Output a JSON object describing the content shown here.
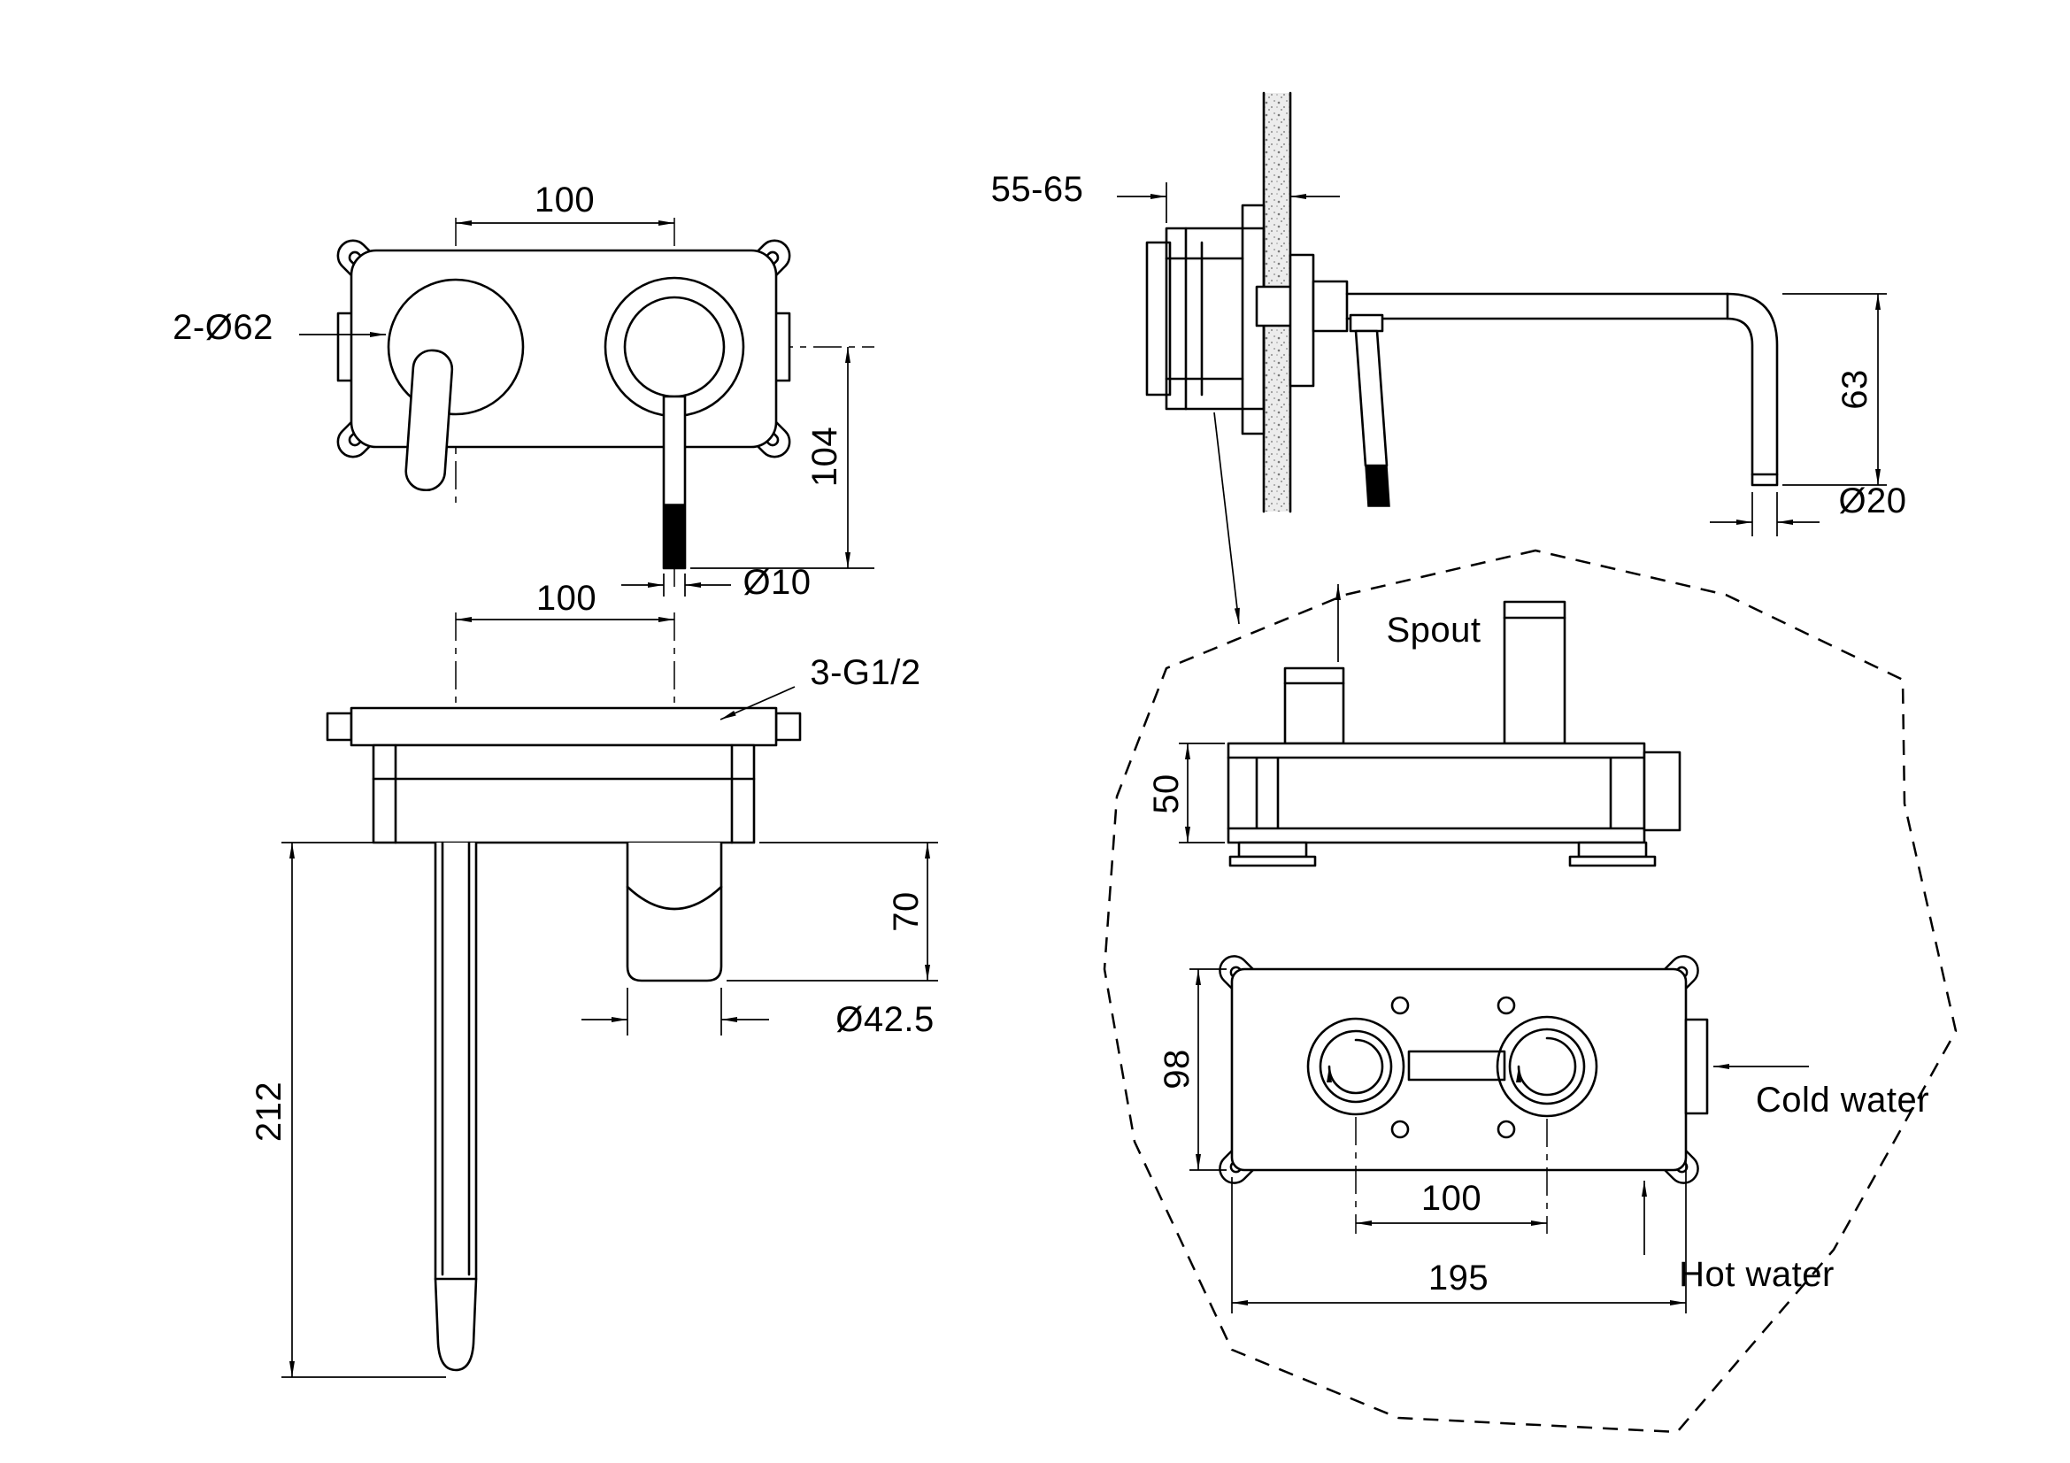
{
  "front_view": {
    "dims": {
      "hole_spacing": "100",
      "escutcheon_dia": "2-Ø62",
      "handle_drop": "104",
      "lever_dia": "Ø10"
    }
  },
  "side_view": {
    "dims": {
      "wall_depth": "55-65",
      "spout_drop": "63",
      "spout_dia": "Ø20"
    }
  },
  "plan_view": {
    "dims": {
      "hole_spacing": "100",
      "thread": "3-G1/2",
      "handle_proj": "70",
      "handle_dia": "Ø42.5",
      "spout_len": "212"
    }
  },
  "rough_in": {
    "labels": {
      "spout": "Spout",
      "cold": "Cold water",
      "hot": "Hot water"
    },
    "dims": {
      "body_depth": "50",
      "plate_height": "98",
      "port_spacing": "100",
      "plate_width": "195"
    }
  },
  "colors": {
    "line": "#000000",
    "background": "#ffffff"
  }
}
